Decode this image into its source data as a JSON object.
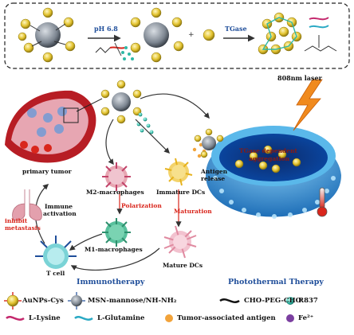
{
  "top_panel": {
    "ph_label": "pH 6.8",
    "tgase_label": "TGase"
  },
  "labels": {
    "laser": "808nm laser",
    "primary_tumor": "primary tumor",
    "m2": "M2-macrophages",
    "polarization": "Polarization",
    "immature_dcs": "Immature DCs",
    "antigen_release_1": "Antigen",
    "antigen_release_2": "release",
    "tgase_dependent_1": "TGase dependent",
    "tgase_dependent_2": "aggregation",
    "immune_activation_1": "Immune",
    "immune_activation_2": "activation",
    "inhibit_metastasis_1": "inhibit",
    "inhibit_metastasis_2": "metastasis",
    "maturation": "Maturation",
    "m1": "M1-macrophages",
    "mature_dcs": "Mature DCs",
    "t_cell": "T cell",
    "immunotherapy": "Immunotherapy",
    "photothermal": "Photothermal Therapy"
  },
  "legend": {
    "aunp": "AuNPs-Cys",
    "msn": "MSN-mannose/NH-NH₂",
    "peg": "CHO-PEG-CHO",
    "r837": "R837",
    "lysine": "L-Lysine",
    "glutamine": "L-Glutamine",
    "antigen": "Tumor-associated antigen",
    "fe": "Fe²⁺"
  },
  "colors": {
    "accent_red": "#d9261c",
    "accent_blue": "#1f4e9a",
    "gold": "#e2c22e",
    "teal": "#2fb8a6",
    "lysine": "#c4286d",
    "glutamine": "#2aa9c4",
    "antigen": "#f2a33a",
    "iron": "#7b3fa0"
  }
}
